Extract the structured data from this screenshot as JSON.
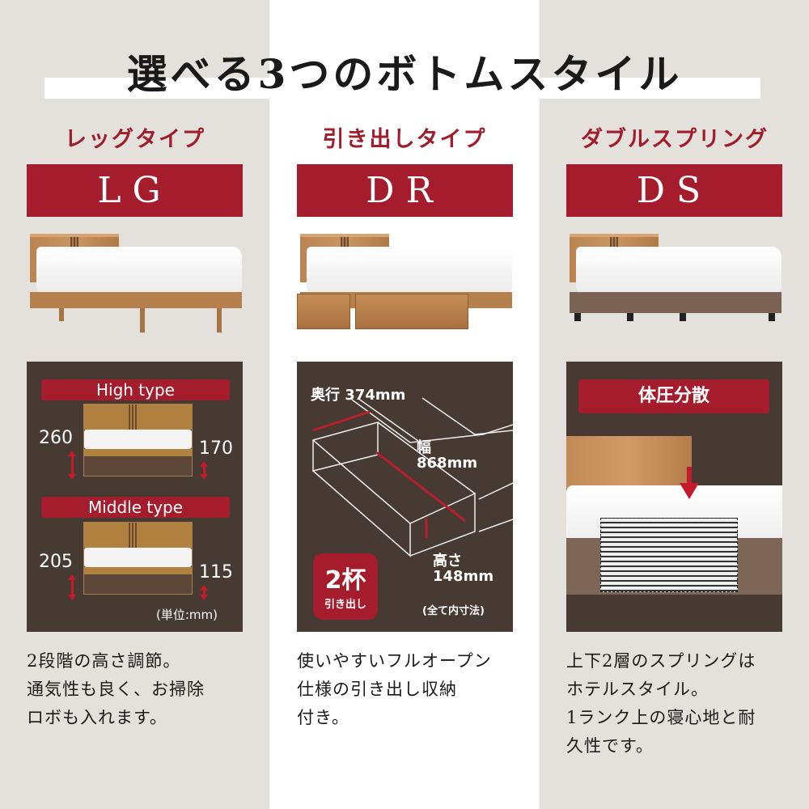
{
  "title": "選べる3つのボトムスタイル",
  "columns": [
    {
      "subtitle": "レッグタイプ",
      "code": "LG",
      "description": [
        "2段階の高さ調節。",
        "通気性も良く、お掃除",
        "ロボも入れます。"
      ]
    },
    {
      "subtitle": "引き出しタイプ",
      "code": "DR",
      "description": [
        "使いやすいフルオープン",
        "仕様の引き出し収納",
        "付き。"
      ]
    },
    {
      "subtitle": "ダブルスプリング",
      "code": "DS",
      "description": [
        "上下2層のスプリングは",
        "ホテルスタイル。",
        "1ランク上の寝心地と耐",
        "久性です。"
      ]
    }
  ],
  "lg_panel": {
    "high_label": "High type",
    "high_total": "260",
    "high_floor": "170",
    "middle_label": "Middle type",
    "middle_total": "205",
    "middle_floor": "115",
    "unit": "(単位:mm)"
  },
  "dr_panel": {
    "depth": "奥行 374mm",
    "width_label": "幅",
    "width_value": "868mm",
    "height_label": "高さ",
    "height_value": "148mm",
    "badge_main": "2杯",
    "badge_sub": "引き出し",
    "note": "(全て内寸法)"
  },
  "ds_panel": {
    "label": "体圧分散"
  },
  "colors": {
    "accent": "#a51d2d",
    "panel": "#463a33"
  }
}
